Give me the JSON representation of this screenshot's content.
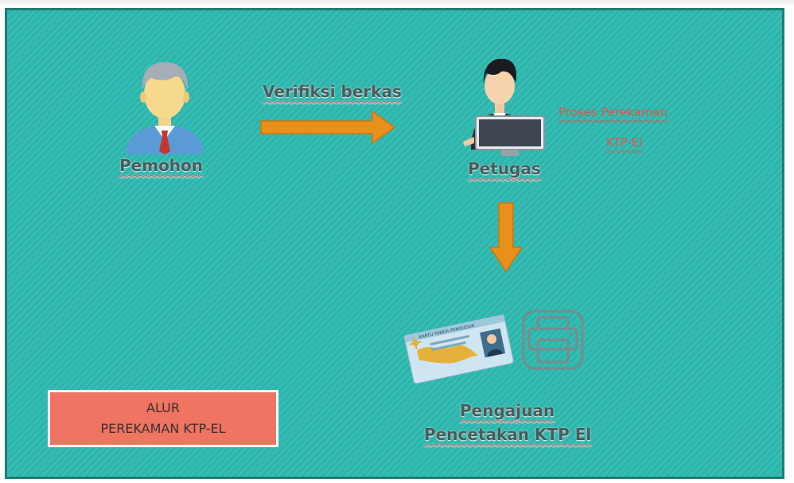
{
  "nodes": {
    "pemohon": "Pemohon",
    "petugas": "Petugas",
    "pengajuan_line1": "Pengajuan",
    "pengajuan_line2": "Pencetakan KTP El"
  },
  "edges": {
    "verifikasi": "Verifiksi berkas"
  },
  "notes": {
    "proses_line1": "Proses Perekaman",
    "proses_line2": "KTP-El"
  },
  "title_box": {
    "line1": "ALUR",
    "line2": "PEREKAMAN KTP-EL"
  },
  "id_card": {
    "header_text": "KARTU TANDA PENDUDUK"
  },
  "colors": {
    "background": "#2bb6ad",
    "border": "#1f7f73",
    "arrow": "#e8901a",
    "title_box": "#ef7461",
    "note_text": "#d65a47"
  },
  "icons": [
    "applicant-person-icon",
    "officer-at-computer-icon",
    "id-card-icon",
    "printer-icon"
  ]
}
